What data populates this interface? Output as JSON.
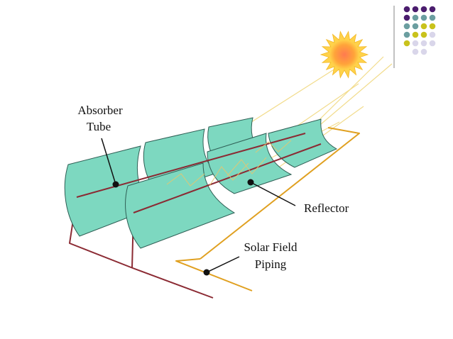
{
  "labels": {
    "absorber_line1": "Absorber",
    "absorber_line2": "Tube",
    "reflector": "Reflector",
    "piping_line1": "Solar Field",
    "piping_line2": "Piping"
  },
  "colors": {
    "background": "#ffffff",
    "reflector_fill": "#7dd8c0",
    "reflector_stroke": "#2f5f55",
    "absorber_tube": "#8b2a33",
    "solar_field_piping": "#e0a020",
    "sun_rays": "#f2dc8c",
    "sun_core": "#ff8a4a",
    "sun_outer": "#ffd24a",
    "callout": "#111111",
    "dot_purple": "#4b1d6e",
    "dot_teal": "#6b9ea0",
    "dot_olive": "#c9c21c",
    "dot_lavender": "#d9d6ea"
  },
  "decor": {
    "dot_grid_colors": [
      [
        "dot_purple",
        "dot_purple",
        "dot_purple",
        "dot_purple"
      ],
      [
        "dot_purple",
        "dot_teal",
        "dot_teal",
        "dot_teal"
      ],
      [
        "dot_teal",
        "dot_teal",
        "dot_olive",
        "dot_olive"
      ],
      [
        "dot_teal",
        "dot_olive",
        "dot_olive",
        "dot_lavender"
      ],
      [
        "dot_olive",
        "dot_lavender",
        "dot_lavender",
        "dot_lavender"
      ],
      [
        "",
        "dot_lavender",
        "dot_lavender",
        ""
      ]
    ]
  },
  "icons": {
    "sun": "sun-icon",
    "corner_decoration": "dot-grid-icon"
  }
}
